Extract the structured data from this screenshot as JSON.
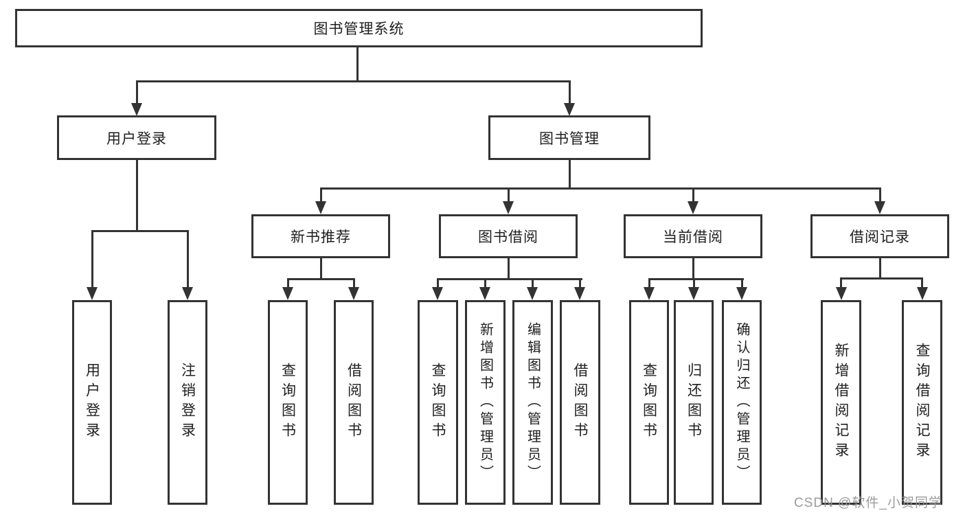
{
  "diagram": {
    "title": "图书管理系统",
    "root": {
      "label": "图书管理系统"
    },
    "level2": [
      {
        "label": "用户登录"
      },
      {
        "label": "图书管理"
      }
    ],
    "level3": [
      {
        "label": "新书推荐"
      },
      {
        "label": "图书借阅"
      },
      {
        "label": "当前借阅"
      },
      {
        "label": "借阅记录"
      }
    ],
    "leaves": {
      "user_login": [
        "用户登录",
        "注销登录"
      ],
      "new_books": [
        "查询图书",
        "借阅图书"
      ],
      "book_borrow": [
        "查询图书",
        "新增图书（管理员）",
        "编辑图书（管理员）",
        "借阅图书"
      ],
      "current_borrow": [
        "查询图书",
        "归还图书",
        "确认归还（管理员）"
      ],
      "borrow_records": [
        "新增借阅记录",
        "查询借阅记录"
      ]
    }
  },
  "watermark": {
    "text": "CSDN @软件_小贺同学"
  },
  "colors": {
    "line": "#333333",
    "text": "#1f1f1f",
    "background": "#ffffff",
    "watermark": "#969696"
  }
}
